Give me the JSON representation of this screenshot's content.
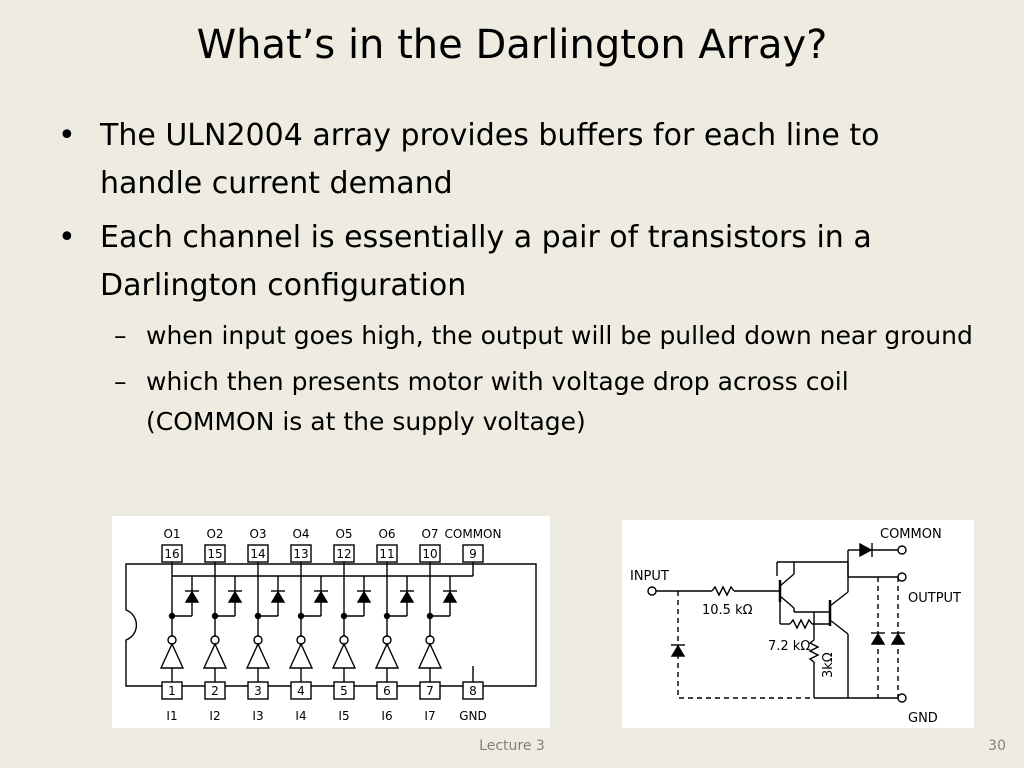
{
  "slide": {
    "title": "What’s in the Darlington Array?",
    "bullet_glyph": "•",
    "dash_glyph": "–",
    "bullets": [
      {
        "text": "The ULN2004 array provides buffers for each line to handle current demand"
      },
      {
        "text": "Each channel is essentially a pair of transistors in a Darlington configuration",
        "sub": [
          "when input goes high, the output will be pulled down near ground",
          "which then presents motor with voltage drop across coil (COMMON is at the supply voltage)"
        ]
      }
    ]
  },
  "pinout": {
    "top_labels": [
      "O1",
      "O2",
      "O3",
      "O4",
      "O5",
      "O6",
      "O7",
      "COMMON"
    ],
    "top_pins": [
      "16",
      "15",
      "14",
      "13",
      "12",
      "11",
      "10",
      "9"
    ],
    "bottom_pins": [
      "1",
      "2",
      "3",
      "4",
      "5",
      "6",
      "7",
      "8"
    ],
    "bottom_labels": [
      "I1",
      "I2",
      "I3",
      "I4",
      "I5",
      "I6",
      "I7",
      "GND"
    ]
  },
  "schematic": {
    "common": "COMMON",
    "input": "INPUT",
    "output": "OUTPUT",
    "gnd": "GND",
    "r1": "10.5 kΩ",
    "r2": "7.2 kΩ",
    "r3": "3kΩ"
  },
  "footer": {
    "center": "Lecture 3",
    "page": "30"
  }
}
